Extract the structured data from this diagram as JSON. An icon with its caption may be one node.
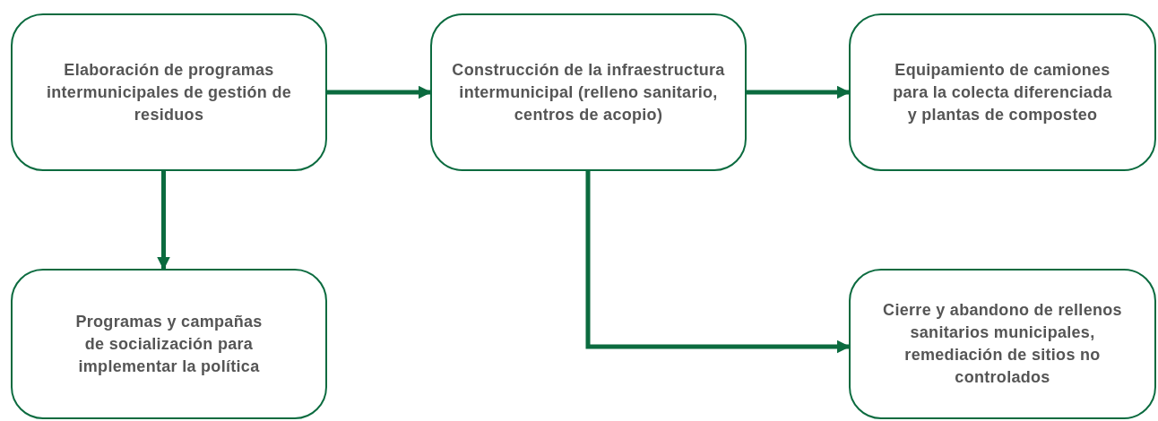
{
  "diagram": {
    "nodes": [
      {
        "text": [
          "Elaboración de programas intermunicipales de gestión de residuos"
        ]
      },
      {
        "text": [
          "Construcción de la infraestructura intermunicipal (relleno sanitario, centros de acopio)"
        ]
      },
      {
        "text": [
          "Equipamiento de camiones para la colecta diferenciada y plantas de composteo"
        ]
      },
      {
        "text": [
          "Programas y campañas de socialización para implementar la política"
        ]
      },
      {
        "text": [
          "Cierre y abandono de rellenos sanitarios municipales, remediación de sitios no controlados"
        ]
      }
    ],
    "edges": [
      {
        "from": 0,
        "to": 1,
        "arrow": "to"
      },
      {
        "from": 1,
        "to": 2,
        "arrow": "to"
      },
      {
        "from": 0,
        "to": 3,
        "arrow": "to"
      },
      {
        "from": 1,
        "to": 4,
        "arrow": "to"
      }
    ]
  }
}
